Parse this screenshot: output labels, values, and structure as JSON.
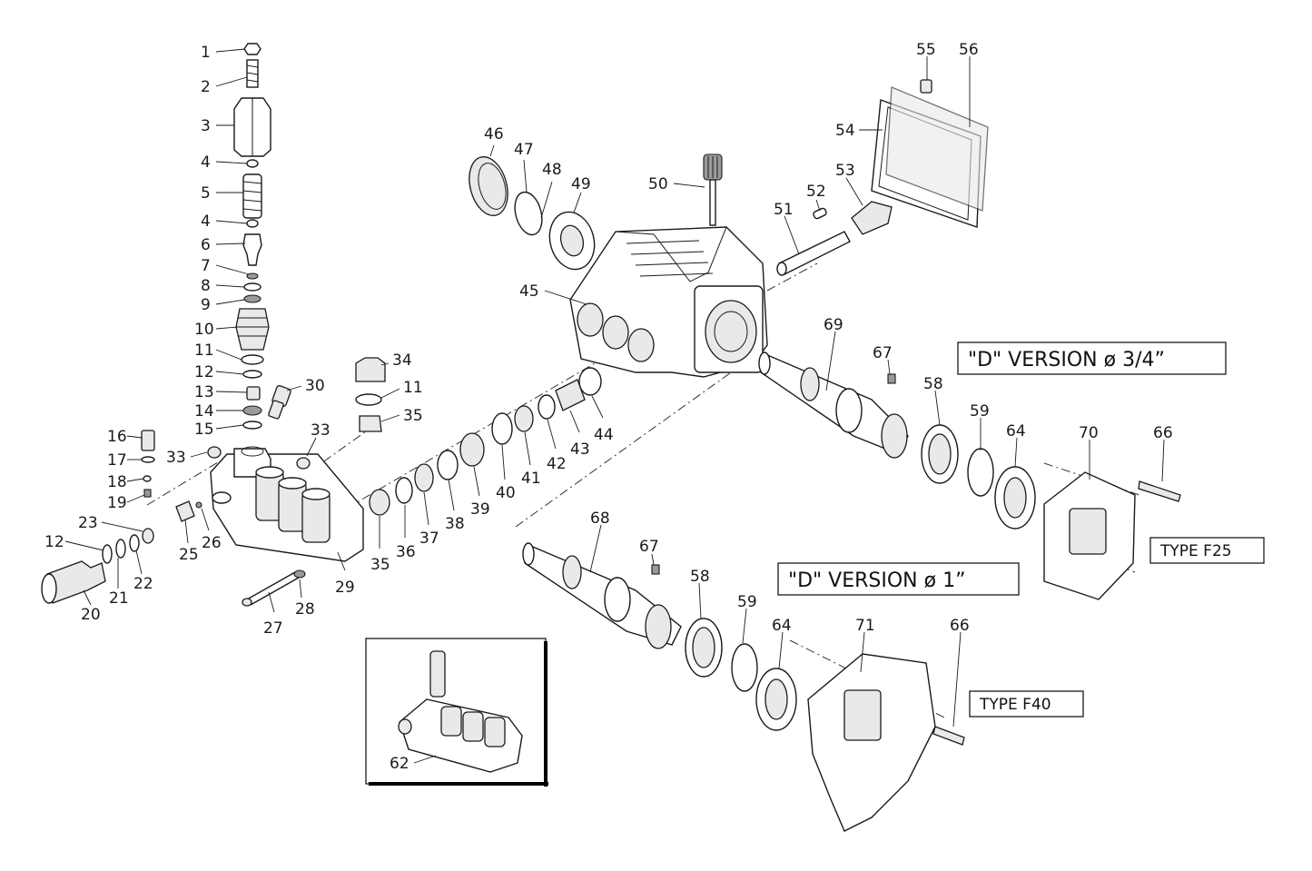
{
  "captions": {
    "d_version_34": "\"D\" VERSION ø 3/4”",
    "d_version_1": "\"D\" VERSION ø 1”",
    "type_f25": "TYPE F25",
    "type_f40": "TYPE F40"
  },
  "labels": [
    "1",
    "2",
    "3",
    "4",
    "5",
    "4",
    "6",
    "7",
    "8",
    "9",
    "10",
    "11",
    "12",
    "13",
    "14",
    "15",
    "16",
    "17",
    "18",
    "19",
    "12",
    "20",
    "21",
    "22",
    "23",
    "25",
    "26",
    "27",
    "28",
    "29",
    "30",
    "33",
    "33",
    "34",
    "11",
    "35",
    "35",
    "36",
    "37",
    "38",
    "39",
    "40",
    "41",
    "42",
    "43",
    "44",
    "45",
    "46",
    "47",
    "48",
    "49",
    "50",
    "51",
    "52",
    "53",
    "54",
    "55",
    "56",
    "58",
    "59",
    "64",
    "66",
    "67",
    "69",
    "70",
    "68",
    "67",
    "58",
    "59",
    "64",
    "71",
    "66",
    "62"
  ]
}
